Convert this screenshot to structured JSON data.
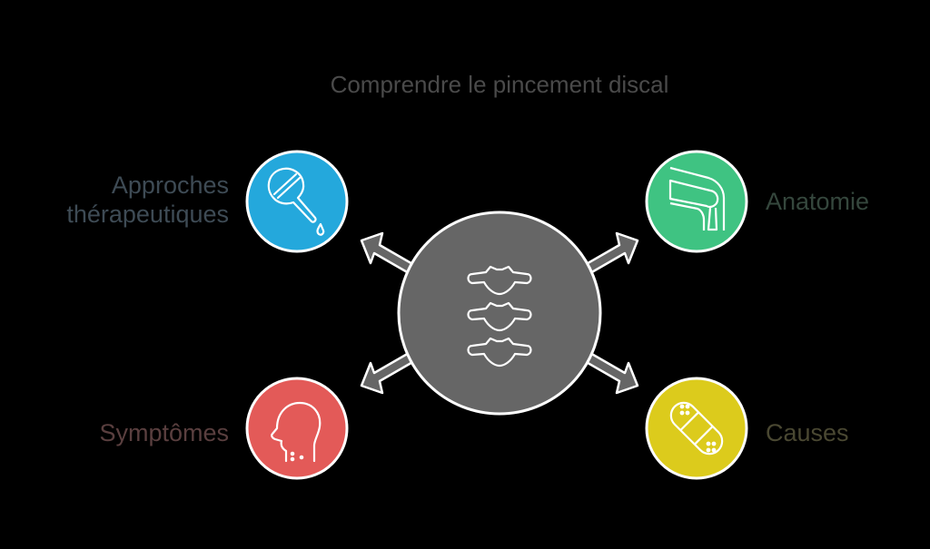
{
  "title": "Comprendre le pincement discal",
  "center": {
    "icon": "spine-vertebrae-icon",
    "fill": "#666666"
  },
  "nodes": [
    {
      "id": "approches",
      "label_lines": [
        "Approches",
        "thérapeutiques"
      ],
      "color": "#24a8dc",
      "text_color": "#3e4b55",
      "icon": "dropper-icon",
      "position": "top-left"
    },
    {
      "id": "anatomie",
      "label_lines": [
        "Anatomie"
      ],
      "color": "#3fc382",
      "text_color": "#35473d",
      "icon": "knee-joint-icon",
      "position": "top-right"
    },
    {
      "id": "symptomes",
      "label_lines": [
        "Symptômes"
      ],
      "color": "#e35a58",
      "text_color": "#5a3f3f",
      "icon": "head-profile-icon",
      "position": "bottom-left"
    },
    {
      "id": "causes",
      "label_lines": [
        "Causes"
      ],
      "color": "#dccb1c",
      "text_color": "#4a4832",
      "icon": "bandage-icon",
      "position": "bottom-right"
    }
  ]
}
